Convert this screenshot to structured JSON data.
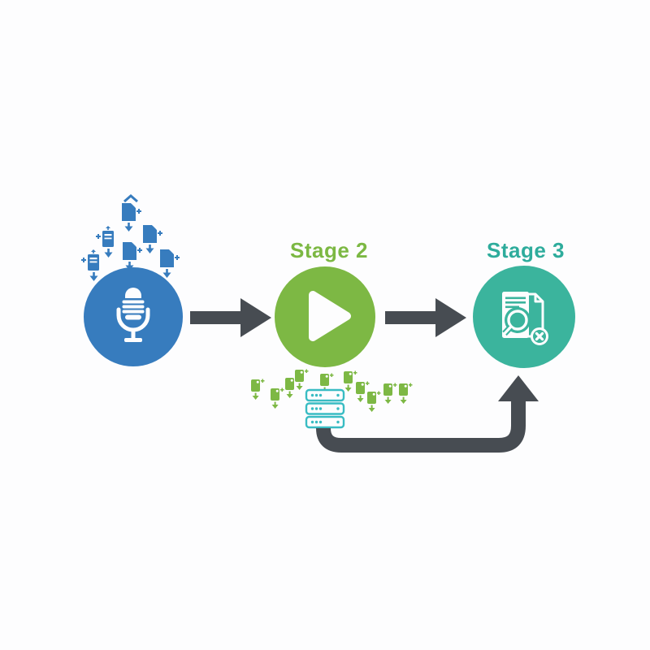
{
  "stages": [
    {
      "name": "stage-1",
      "label": "",
      "icon": "microphone-icon",
      "circle_color": "#377CBE"
    },
    {
      "name": "stage-2",
      "label": "Stage 2",
      "icon": "play-icon",
      "circle_color": "#7DB844",
      "label_color": "#7CB843"
    },
    {
      "name": "stage-3",
      "label": "Stage 3",
      "icon": "document-search-reject-icon",
      "circle_color": "#3BB49D",
      "label_color": "#2EAC9C"
    }
  ],
  "connectors": {
    "arrow_color": "#474C52",
    "straight_arrow_count": 2,
    "curved_arrow": "from-server-up-into-stage-3"
  },
  "decorations": {
    "blue_file_download_icons": 6,
    "blue_file_color": "#377CBE",
    "green_file_download_icons": 10,
    "green_file_color": "#7DB844",
    "server_icon": "server-stack-icon",
    "server_color": "#39BCC3",
    "server_rows": 3
  },
  "icons": {
    "microphone-icon": "retro microphone glyph in stage 1 circle",
    "play-icon": "triangle play glyph in stage 2 circle",
    "document-search-reject-icon": "document with magnifier and x badge in stage 3 circle",
    "file-download-icon": "small file with plus and down arrow",
    "server-stack-icon": "three stacked server rows with dots"
  }
}
